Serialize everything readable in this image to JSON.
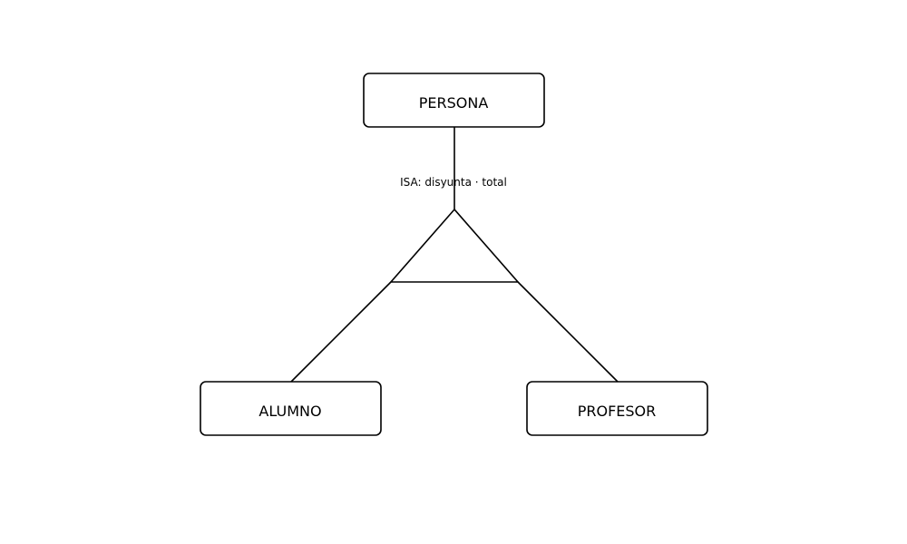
{
  "diagram": {
    "type": "er-specialization",
    "colors": {
      "stroke": "#000000",
      "fill": "#ffffff",
      "text": "#000000",
      "background": "#ffffff"
    },
    "superclass": {
      "label": "PERSONA"
    },
    "isa": {
      "label": "ISA: disyunta · total"
    },
    "subclasses": [
      {
        "label": "ALUMNO"
      },
      {
        "label": "PROFESOR"
      }
    ]
  }
}
